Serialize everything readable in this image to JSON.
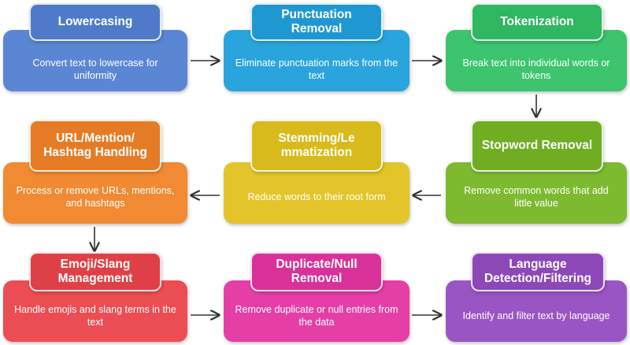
{
  "steps": [
    {
      "title": "Lowercasing",
      "desc": "Convert text to lowercase for uniformity",
      "color": "#5b86d4",
      "tab": "#4e7ac9"
    },
    {
      "title": "Punctuation Removal",
      "desc": "Eliminate punctuation marks from the text",
      "color": "#2aa4dc",
      "tab": "#1f98d2"
    },
    {
      "title": "Tokenization",
      "desc": "Break text into individual words or tokens",
      "color": "#3cc46e",
      "tab": "#2fb762"
    },
    {
      "title": "URL/Mention/ Hashtag Handling",
      "desc": "Process or remove URLs, mentions, and hashtags",
      "color": "#f18a33",
      "tab": "#e57c25"
    },
    {
      "title": "Stemming/Le mmatization",
      "desc": "Reduce words to their root form",
      "color": "#e3c52a",
      "tab": "#d9ba1c"
    },
    {
      "title": "Stopword Removal",
      "desc": "Remove common words that add little value",
      "color": "#7dba2f",
      "tab": "#70ad23"
    },
    {
      "title": "Emoji/Slang Management",
      "desc": "Handle emojis and slang terms in the text",
      "color": "#eb4d53",
      "tab": "#df4046"
    },
    {
      "title": "Duplicate/Null Removal",
      "desc": "Remove duplicate or null entries from the data",
      "color": "#e53ea6",
      "tab": "#d8329a"
    },
    {
      "title": "Language Detection/Filtering",
      "desc": "Identify and filter text by language",
      "color": "#9a55c4",
      "tab": "#8d48b8"
    }
  ]
}
